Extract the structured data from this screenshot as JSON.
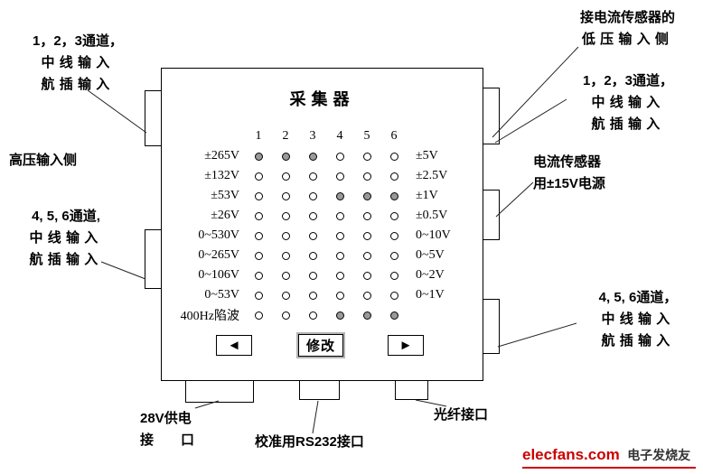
{
  "device": {
    "title": "采集器",
    "columns": [
      "1",
      "2",
      "3",
      "4",
      "5",
      "6"
    ],
    "rows": [
      {
        "left": "±265V",
        "right": "±5V",
        "filled": [
          1,
          2,
          3
        ]
      },
      {
        "left": "±132V",
        "right": "±2.5V",
        "filled": []
      },
      {
        "left": "±53V",
        "right": "±1V",
        "filled": [
          4,
          5,
          6
        ]
      },
      {
        "left": "±26V",
        "right": "±0.5V",
        "filled": []
      },
      {
        "left": "0~530V",
        "right": "0~10V",
        "filled": []
      },
      {
        "left": "0~265V",
        "right": "0~5V",
        "filled": []
      },
      {
        "left": "0~106V",
        "right": "0~2V",
        "filled": []
      },
      {
        "left": "0~53V",
        "right": "0~1V",
        "filled": []
      },
      {
        "left": "400Hz陷波",
        "right": "",
        "filled": [
          4,
          5,
          6
        ]
      }
    ],
    "buttons": {
      "prev": "◄",
      "modify": "修改",
      "next": "►"
    }
  },
  "labels": {
    "top_right": [
      "接电流传感器的",
      "低压输入侧"
    ],
    "left_top": [
      "1，2，3通道，",
      "中线输入",
      "航插输入"
    ],
    "right_top": [
      "1，2，3通道，",
      "中线输入",
      "航插输入"
    ],
    "left_mid": "高压输入侧",
    "left_bottom": [
      "4, 5, 6通道,",
      "中线输入",
      "航插输入"
    ],
    "right_mid": [
      "电流传感器",
      "用±15V电源"
    ],
    "right_bottom": [
      "4, 5, 6通道，",
      "中线输入",
      "航插输入"
    ],
    "bottom_left": [
      "28V供电",
      "接　　口"
    ],
    "bottom_center": "校准用RS232接口",
    "bottom_right": "光纤接口"
  },
  "footer": {
    "brand": "elecfans",
    "brand_dot_com": ".com",
    "suffix": "电子发烧友",
    "brand_color": "#cc0000"
  }
}
